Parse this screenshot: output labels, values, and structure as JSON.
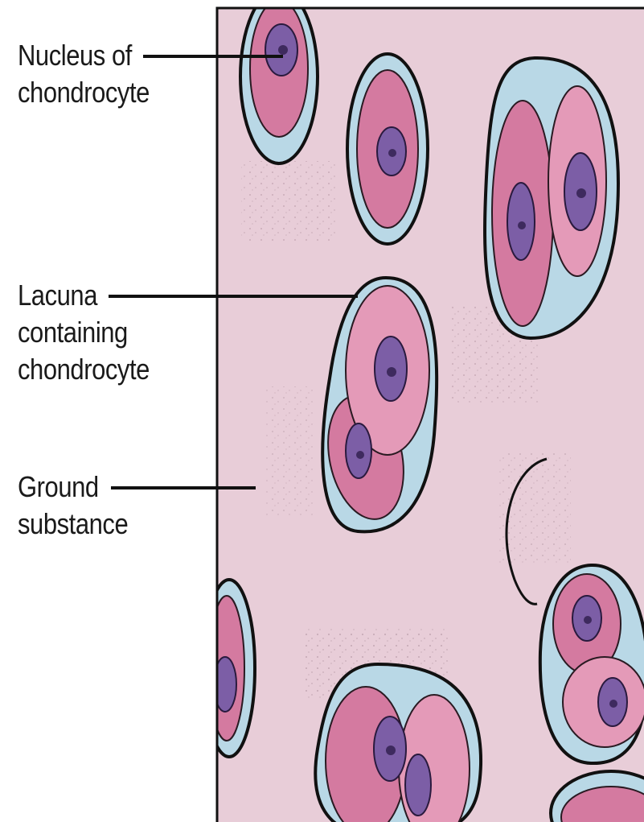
{
  "labels": {
    "nucleus": {
      "line1": "Nucleus of",
      "line2": "chondrocyte"
    },
    "lacuna": {
      "line1": "Lacuna",
      "line2": "containing",
      "line3": "chondrocyte"
    },
    "ground": {
      "line1": "Ground",
      "line2": "substance"
    }
  },
  "colors": {
    "matrix": "#e8cdd8",
    "cytoplasm": "#d47aa0",
    "cytoplasm_light": "#e49ab8",
    "nucleus": "#7c5ea6",
    "nucleus_dark": "#3e2a5e",
    "lacuna_halo": "#b9d8e6",
    "outline": "#111111",
    "leader": "#111111"
  }
}
